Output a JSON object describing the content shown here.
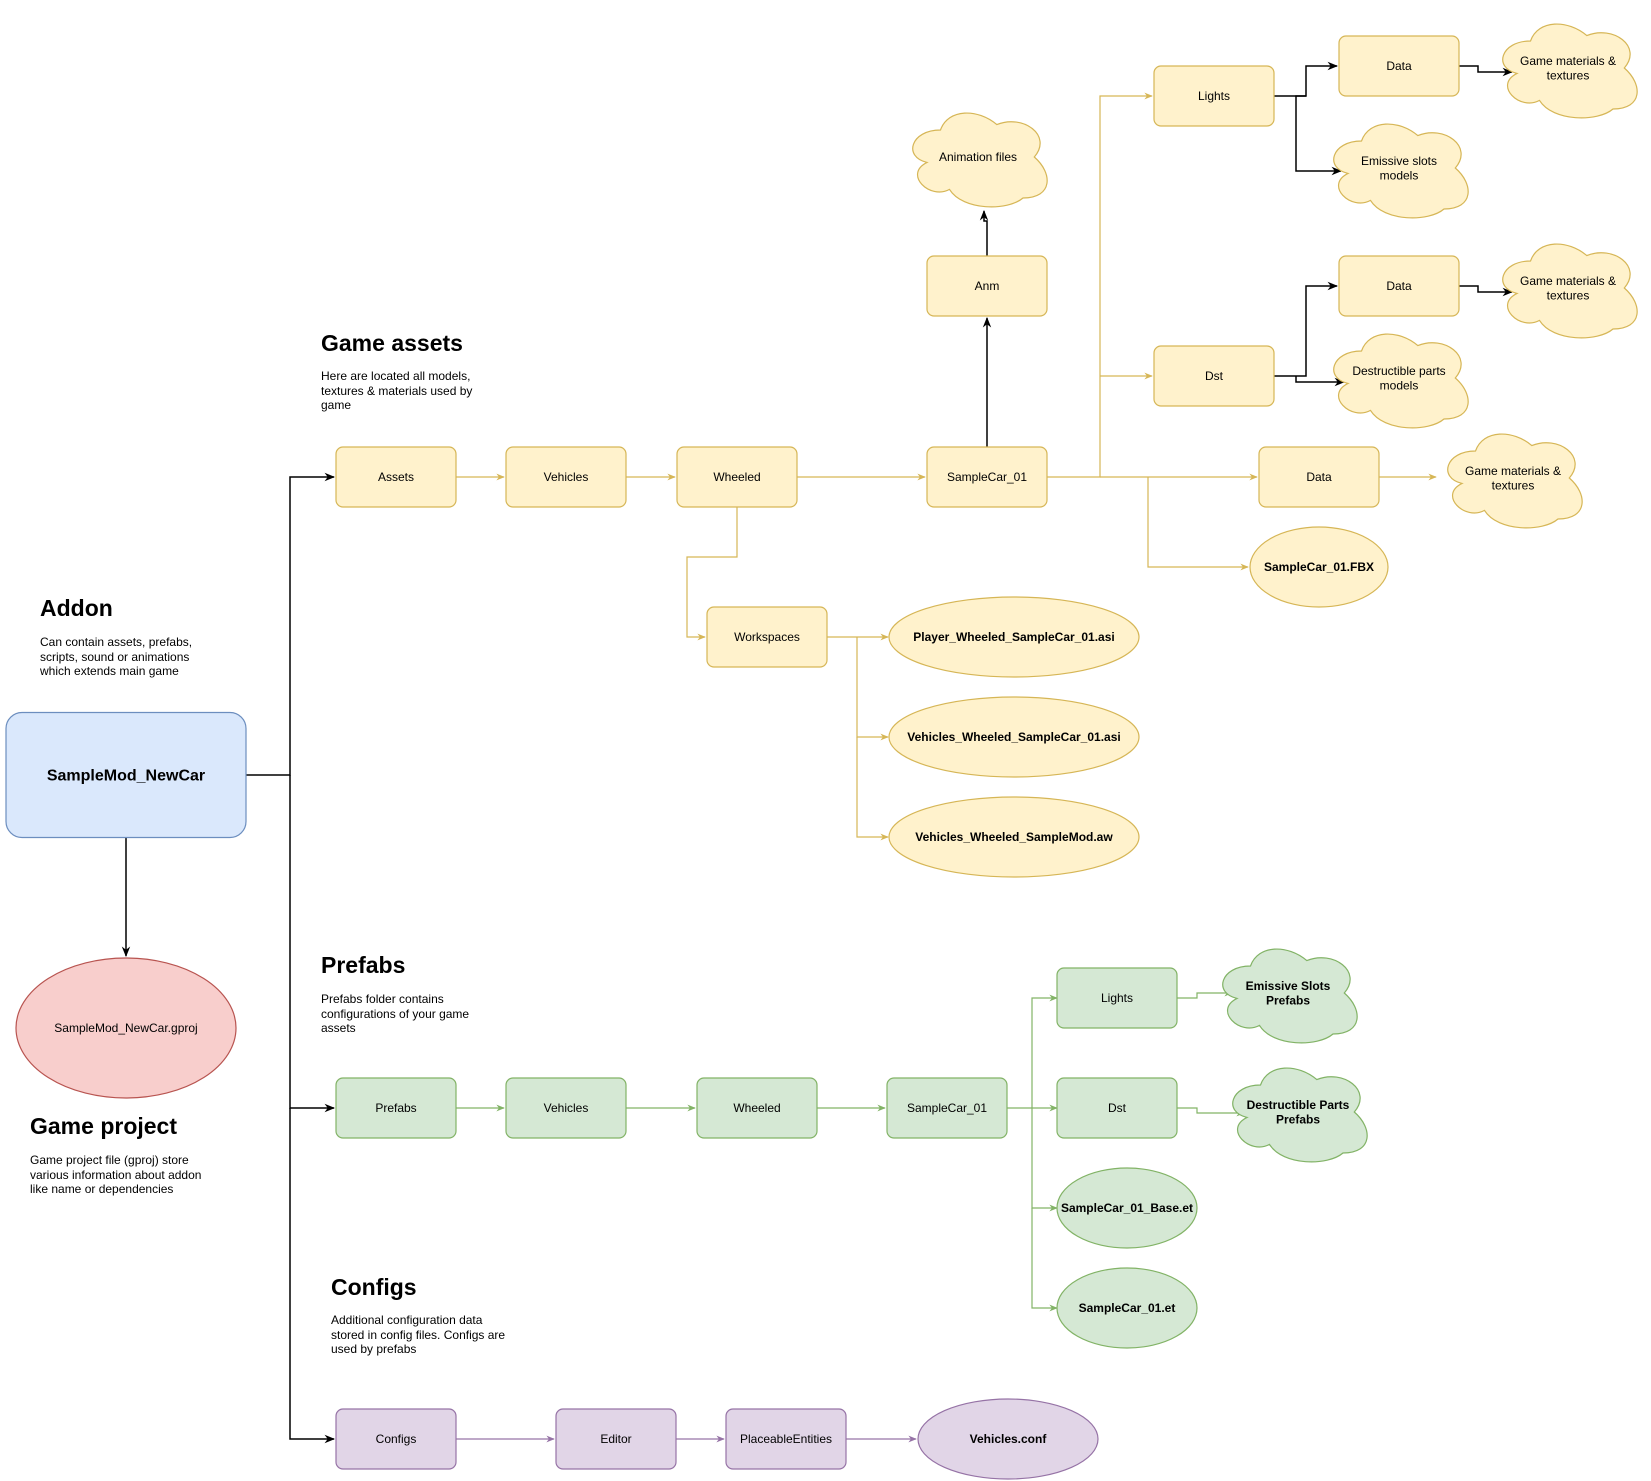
{
  "colors": {
    "yellow_fill": "#fff2cc",
    "yellow_stroke": "#d6b656",
    "blue_fill": "#dae8fc",
    "blue_stroke": "#6c8ebf",
    "red_fill": "#f8cecc",
    "red_stroke": "#b85450",
    "green_fill": "#d5e8d4",
    "green_stroke": "#82b366",
    "purple_fill": "#e1d5e7",
    "purple_stroke": "#9673a6",
    "black": "#000000"
  },
  "sections": {
    "addon": {
      "title": "Addon",
      "description": "Can contain assets, prefabs,\nscripts, sound or animations\nwhich extends main game"
    },
    "game_assets": {
      "title": "Game assets",
      "description": "Here are located all models,\ntextures & materials used by\ngame"
    },
    "prefabs": {
      "title": "Prefabs",
      "description": "Prefabs folder contains\nconfigurations of your game\nassets"
    },
    "configs": {
      "title": "Configs",
      "description": "Additional configuration data\nstored in config files. Configs are\nused by prefabs"
    },
    "game_project": {
      "title": "Game project",
      "description": "Game project file (gproj) store\nvarious information about addon\nlike name or dependencies"
    }
  },
  "nodes": {
    "root": {
      "label": "SampleMod_NewCar",
      "shape": "rect",
      "color": "blue"
    },
    "gproj": {
      "label": "SampleMod_NewCar.gproj",
      "shape": "ellipse",
      "color": "red"
    },
    "assets": {
      "label": "Assets",
      "shape": "rect",
      "color": "yellow"
    },
    "a_vehicles": {
      "label": "Vehicles",
      "shape": "rect",
      "color": "yellow"
    },
    "a_wheeled": {
      "label": "Wheeled",
      "shape": "rect",
      "color": "yellow"
    },
    "a_samplecar": {
      "label": "SampleCar_01",
      "shape": "rect",
      "color": "yellow"
    },
    "anm": {
      "label": "Anm",
      "shape": "rect",
      "color": "yellow"
    },
    "anim_files": {
      "label": "Animation files",
      "shape": "cloud",
      "color": "yellow"
    },
    "a_lights": {
      "label": "Lights",
      "shape": "rect",
      "color": "yellow"
    },
    "a_lights_data": {
      "label": "Data",
      "shape": "rect",
      "color": "yellow"
    },
    "a_lights_gm": {
      "label": "Game materials &\ntextures",
      "shape": "cloud",
      "color": "yellow"
    },
    "a_emissive": {
      "label": "Emissive slots\nmodels",
      "shape": "cloud",
      "color": "yellow"
    },
    "a_dst": {
      "label": "Dst",
      "shape": "rect",
      "color": "yellow"
    },
    "a_dst_data": {
      "label": "Data",
      "shape": "rect",
      "color": "yellow"
    },
    "a_dst_gm": {
      "label": "Game materials &\ntextures",
      "shape": "cloud",
      "color": "yellow"
    },
    "a_destructible": {
      "label": "Destructible parts\nmodels",
      "shape": "cloud",
      "color": "yellow"
    },
    "a_data": {
      "label": "Data",
      "shape": "rect",
      "color": "yellow"
    },
    "a_data_gm": {
      "label": "Game materials &\ntextures",
      "shape": "cloud",
      "color": "yellow"
    },
    "a_fbx": {
      "label": "SampleCar_01.FBX",
      "shape": "ellipse",
      "color": "yellow",
      "bold": true
    },
    "workspaces": {
      "label": "Workspaces",
      "shape": "rect",
      "color": "yellow"
    },
    "ws_player": {
      "label": "Player_Wheeled_SampleCar_01.asi",
      "shape": "ellipse",
      "color": "yellow",
      "bold": true
    },
    "ws_vehicles": {
      "label": "Vehicles_Wheeled_SampleCar_01.asi",
      "shape": "ellipse",
      "color": "yellow",
      "bold": true
    },
    "ws_aw": {
      "label": "Vehicles_Wheeled_SampleMod.aw",
      "shape": "ellipse",
      "color": "yellow",
      "bold": true
    },
    "prefabs": {
      "label": "Prefabs",
      "shape": "rect",
      "color": "green"
    },
    "p_vehicles": {
      "label": "Vehicles",
      "shape": "rect",
      "color": "green"
    },
    "p_wheeled": {
      "label": "Wheeled",
      "shape": "rect",
      "color": "green"
    },
    "p_samplecar": {
      "label": "SampleCar_01",
      "shape": "rect",
      "color": "green"
    },
    "p_lights": {
      "label": "Lights",
      "shape": "rect",
      "color": "green"
    },
    "p_emissive": {
      "label": "Emissive Slots\nPrefabs",
      "shape": "cloud",
      "color": "green",
      "bold": true
    },
    "p_dst": {
      "label": "Dst",
      "shape": "rect",
      "color": "green"
    },
    "p_destructible": {
      "label": "Destructible Parts\nPrefabs",
      "shape": "cloud",
      "color": "green",
      "bold": true
    },
    "p_base_et": {
      "label": "SampleCar_01_Base.et",
      "shape": "ellipse",
      "color": "green",
      "bold": true
    },
    "p_et": {
      "label": "SampleCar_01.et",
      "shape": "ellipse",
      "color": "green",
      "bold": true
    },
    "configs": {
      "label": "Configs",
      "shape": "rect",
      "color": "purple"
    },
    "c_editor": {
      "label": "Editor",
      "shape": "rect",
      "color": "purple"
    },
    "c_placeable": {
      "label": "PlaceableEntities",
      "shape": "rect",
      "color": "purple"
    },
    "c_vehicles_conf": {
      "label": "Vehicles.conf",
      "shape": "ellipse",
      "color": "purple",
      "bold": true
    }
  }
}
